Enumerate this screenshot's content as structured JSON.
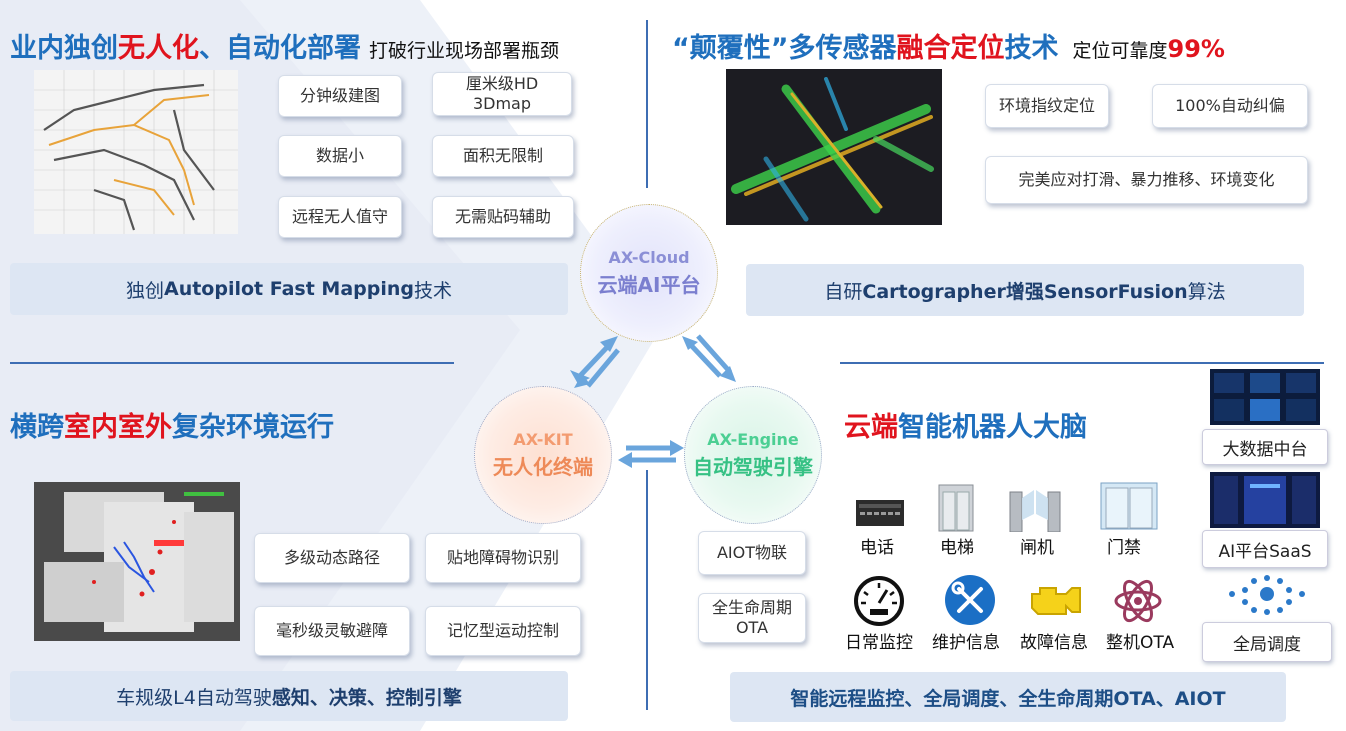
{
  "top_left": {
    "title_a": "业内独创",
    "title_b": "无人化",
    "title_c": "、自动化部署",
    "subtitle": "打破行业现场部署瓶颈",
    "features": [
      "分钟级建图",
      "厘米级HD 3Dmap",
      "数据小",
      "面积无限制",
      "远程无人值守",
      "无需贴码辅助"
    ],
    "banner_a": "独创",
    "banner_b": "Autopilot Fast Mapping",
    "banner_c": "技术"
  },
  "top_right": {
    "title_a": "“颠覆性”多传感器",
    "title_b": "融合定位",
    "title_c": "技术",
    "subtitle_a": "定位可靠度",
    "subtitle_b": "99%",
    "features": [
      "环境指纹定位",
      "100%自动纠偏",
      "完美应对打滑、暴力推移、环境变化"
    ],
    "banner_a": "自研",
    "banner_b": "Cartographer增强SensorFusion",
    "banner_c": "算法"
  },
  "bottom_left": {
    "title_a": "横跨",
    "title_b": "室内室外",
    "title_c": "复杂环境运行",
    "features": [
      "多级动态路径",
      "贴地障碍物识别",
      "毫秒级灵敏避障",
      "记忆型运动控制"
    ],
    "banner_a": "车规级L4自动驾驶",
    "banner_b": "感知、决策、控制引擎"
  },
  "bottom_right": {
    "title_a": "云端",
    "title_b": "智能机器人大脑",
    "pills": [
      "AIOT物联",
      "全生命周期 OTA"
    ],
    "devices": [
      {
        "label": "电话",
        "icon": "phone-switch-icon"
      },
      {
        "label": "电梯",
        "icon": "elevator-icon"
      },
      {
        "label": "闸机",
        "icon": "turnstile-gate-icon"
      },
      {
        "label": "门禁",
        "icon": "door-access-icon"
      }
    ],
    "monitors": [
      {
        "label": "日常监控",
        "icon": "gauge-icon"
      },
      {
        "label": "维护信息",
        "icon": "wrench-screwdriver-icon"
      },
      {
        "label": "故障信息",
        "icon": "engine-warning-icon"
      },
      {
        "label": "整机OTA",
        "icon": "atom-icon"
      }
    ],
    "panels": [
      "大数据中台",
      "AI平台SaaS",
      "全局调度"
    ],
    "banner": "智能远程监控、全局调度、全生命周期OTA、AIOT"
  },
  "center": {
    "cloud_en": "AX-Cloud",
    "cloud_cn": "云端AI平台",
    "kit_en": "AX-KIT",
    "kit_cn": "无人化终端",
    "engine_en": "AX-Engine",
    "engine_cn": "自动驾驶引擎"
  },
  "colors": {
    "title_blue": "#1f6fbd",
    "accent_red": "#e0141e",
    "banner_bg": "#dde6f3",
    "cloud_purple": "#7b7fcf",
    "kit_orange": "#f08a5a",
    "engine_green": "#3cc58a",
    "arrow_blue": "#5b9bd5"
  }
}
